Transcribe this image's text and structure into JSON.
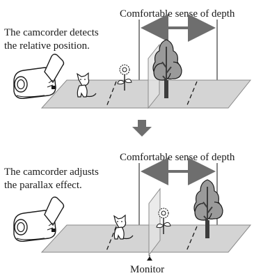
{
  "panel_top": {
    "depth_label": "Comfortable sense of depth",
    "caption_line1": "The camcorder detects",
    "caption_line2": "the relative position."
  },
  "panel_bottom": {
    "depth_label": "Comfortable sense of depth",
    "caption_line1": "The camcorder adjusts",
    "caption_line2": "the parallax effect.",
    "monitor_label": "Monitor"
  },
  "colors": {
    "ground": "#d4d4d4",
    "ground_edge": "#8a8a8a",
    "arrow": "#6e6e6e",
    "line": "#555555",
    "tree": "#9a9a9a",
    "trunk": "#3d3d3d"
  },
  "icons": [
    "camcorder-icon",
    "cat-icon",
    "flower-icon",
    "tree-icon",
    "monitor-pane",
    "down-arrow-icon"
  ]
}
